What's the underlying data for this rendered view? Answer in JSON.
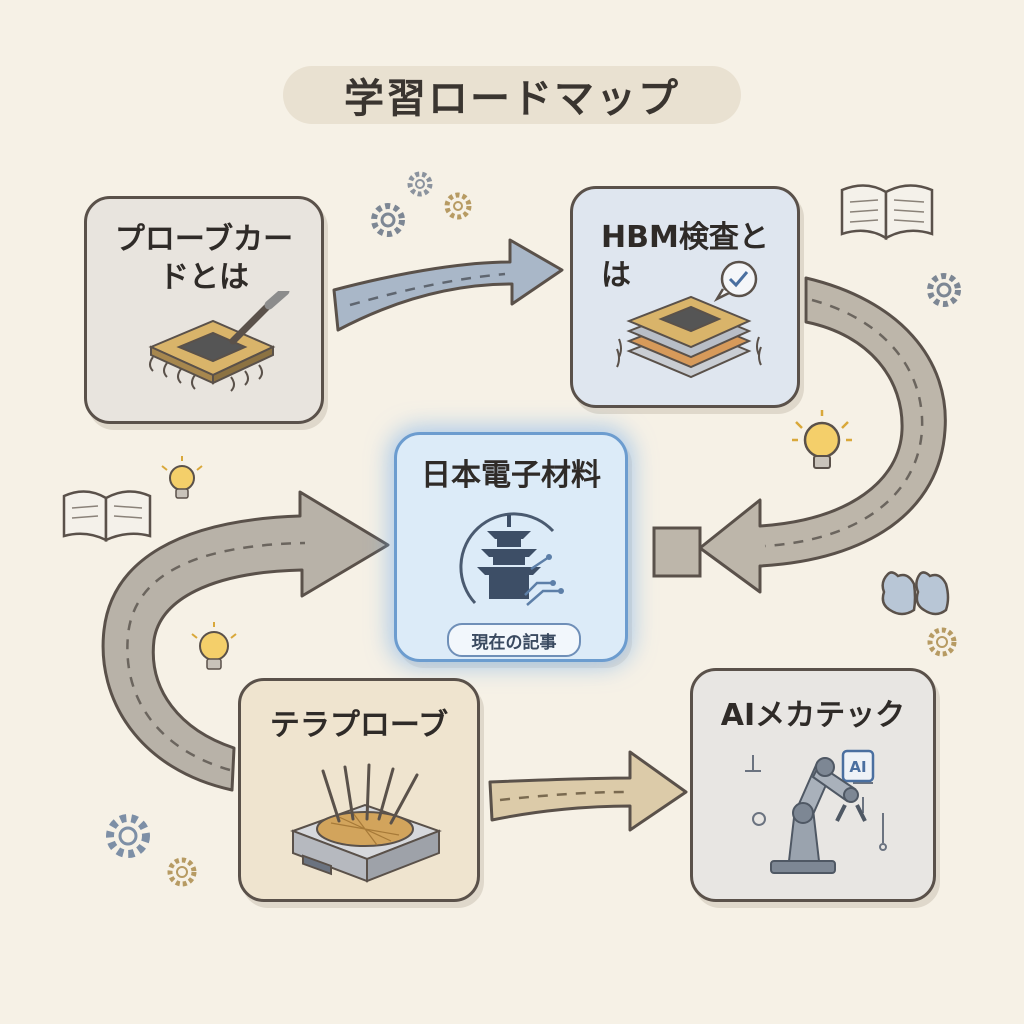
{
  "title": "学習ロードマップ",
  "nodes": [
    {
      "id": "probe-card",
      "label": "プローブカー\nドとは"
    },
    {
      "id": "hbm",
      "label": "HBM検査と\nは"
    },
    {
      "id": "japan-electronic",
      "label": "日本電子材料",
      "badge": "現在の記事"
    },
    {
      "id": "teraprobe",
      "label": "テラプローブ"
    },
    {
      "id": "ai-mechatech",
      "label": "AIメカテック",
      "chip_text": "AI"
    }
  ],
  "colors": {
    "background": "#f6f1e6",
    "current_glow": "#6c9ccf",
    "road_gray": "#b9b3aa",
    "road_blue": "#a8b6c6",
    "road_tan": "#d9c8a8"
  },
  "icons": [
    "gear-icon",
    "open-book-icon",
    "lightbulb-icon",
    "brain-icon",
    "chip-icon",
    "probe-needle-icon",
    "memory-stack-icon",
    "pagoda-circuit-icon",
    "wafer-prober-icon",
    "robot-arm-icon",
    "check-bubble-icon"
  ]
}
